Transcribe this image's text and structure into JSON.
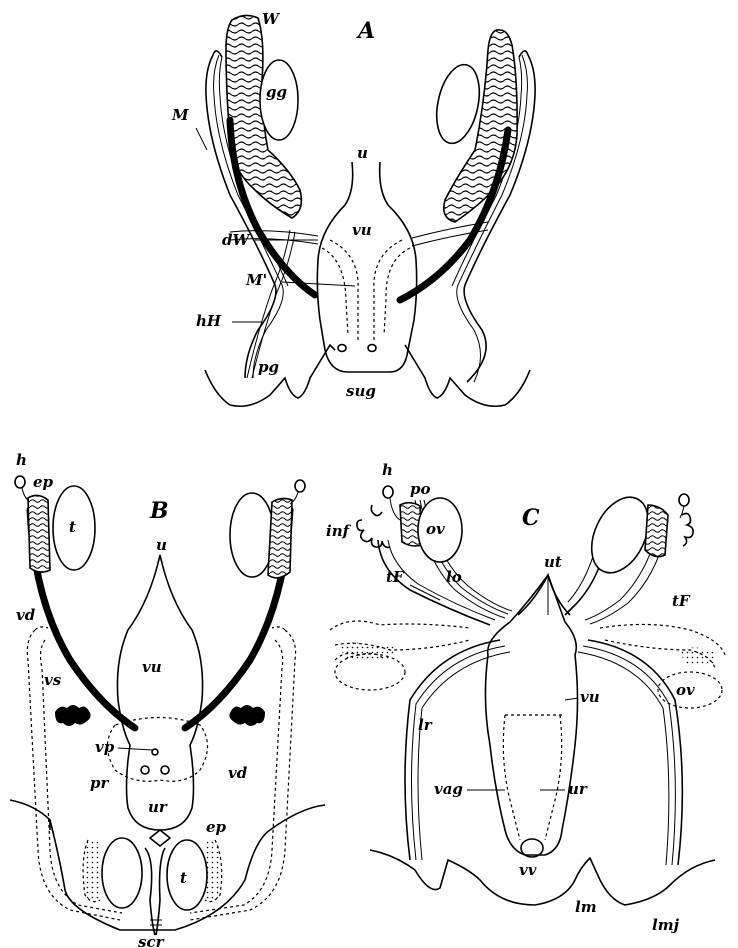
{
  "figure": {
    "panels": [
      {
        "letter": "A",
        "labels": {
          "W": "W",
          "gg": "gg",
          "M": "M",
          "u": "u",
          "vu": "vu",
          "dW": "dW",
          "M_prime": "M'",
          "hH": "hH",
          "pg": "pg",
          "sug": "sug"
        }
      },
      {
        "letter": "B",
        "labels": {
          "h": "h",
          "ep": "ep",
          "t": "t",
          "u": "u",
          "vd": "vd",
          "vu": "vu",
          "vs": "vs",
          "vp": "vp",
          "pr": "pr",
          "vd2": "vd",
          "ur": "ur",
          "ep2": "ep",
          "t2": "t",
          "scr": "scr"
        }
      },
      {
        "letter": "C",
        "labels": {
          "h": "h",
          "po": "po",
          "ov": "ov",
          "inf": "inf",
          "ut": "ut",
          "tF": "tF",
          "lo": "lo",
          "tF2": "tF",
          "vu": "vu",
          "ov2": "ov",
          "lr": "lr",
          "vag": "vag",
          "ur": "ur",
          "vv": "vv",
          "lm": "lm",
          "lmj": "lmj"
        }
      }
    ]
  }
}
